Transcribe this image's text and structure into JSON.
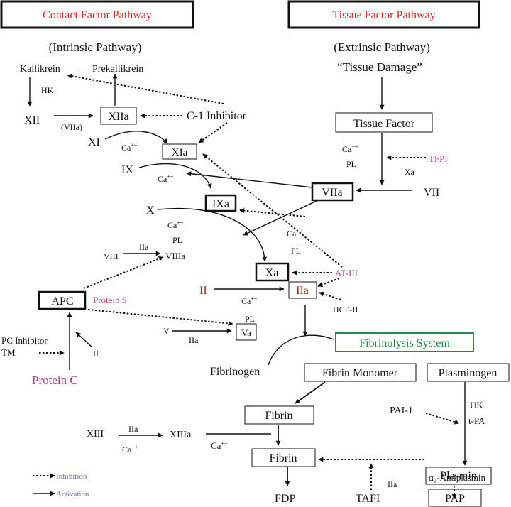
{
  "colors": {
    "ink": "#111111",
    "red": "#e0242b",
    "magenta": "#b03a9a",
    "darkred": "#a4261e",
    "green": "#1f8a4c",
    "legend_blue": "#6f79b5"
  },
  "headers": {
    "contact": "Contact Factor Pathway",
    "tissue": "Tissue Factor Pathway"
  },
  "subtitles": {
    "intrinsic": "(Intrinsic Pathway)",
    "extrinsic": "(Extrinsic Pathway)",
    "tissue_damage": "“Tissue Damage”"
  },
  "labels": {
    "kallikrein": "Kallikrein",
    "larrow": "←",
    "prekallikrein": "Prekallikrein",
    "hk": "HK",
    "xii": "XII",
    "viia_paren": "(VIIa)",
    "xiia": "XIIa",
    "c1_inhibitor": "C-1 Inhibitor",
    "xi": "XI",
    "ca_xi": "Ca",
    "xia": "XIa",
    "ix": "IX",
    "ca_ix": "Ca",
    "ixa": "IXa",
    "tissue_factor": "Tissue Factor",
    "ca_tf": "Ca",
    "pl_tf": "PL",
    "tfpi": "TFPI",
    "xa_tfpi": "Xa",
    "viia": "VIIa",
    "vii": "VII",
    "x": "X",
    "ca_x": "Ca",
    "pl_x": "PL",
    "ca_mid": "Ca",
    "pl_mid": "PL",
    "iia_viii": "IIa",
    "viii": "VIII",
    "viiia": "VIIIa",
    "xa": "Xa",
    "at_iii": "AT-III",
    "apc": "APC",
    "protein_s": "Protein S",
    "ii_red": "II",
    "ca_ii": "Ca",
    "iia": "IIa",
    "hcf_ii": "HCF-II",
    "pl_va": "PL",
    "va": "Va",
    "v": "V",
    "iia_v": "IIa",
    "pc_inhibitor": "PC Inhibitor",
    "tm": "TM",
    "ii_left": "II",
    "protein_c": "Protein C",
    "fibrinolysis": "Fibrinolysis System",
    "fibrinogen": "Fibrinogen",
    "fibrin_monomer": "Fibrin Monomer",
    "plasminogen": "Plasminogen",
    "fibrin1": "Fibrin",
    "pai1": "PAI-1",
    "uk": "UK",
    "tpa": "t-PA",
    "xiii": "XIII",
    "iia_xiii": "IIa",
    "xiiia": "XIIIa",
    "ca_xiii": "Ca",
    "ca_fib": "Ca",
    "fibrin2": "Fibrin",
    "plasmin": "Plasmin",
    "alpha2": "α₂-Antiplasmin",
    "iia_tafi": "IIa",
    "tafi": "TAFI",
    "fdp": "FDP",
    "pap": "PAP",
    "legend_inhibition": "Inhibition",
    "legend_activation": "Activation",
    "sup": "++"
  }
}
